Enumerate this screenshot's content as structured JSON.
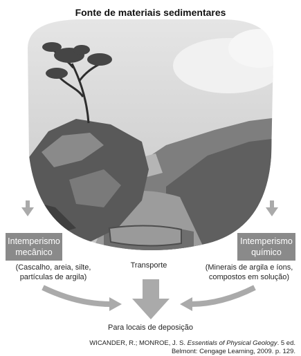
{
  "title": "Fonte de materiais sedimentares",
  "left_box": {
    "line1": "Intemperismo",
    "line2": "mecânico"
  },
  "right_box": {
    "line1": "Intemperismo",
    "line2": "químico"
  },
  "left_caption": {
    "line1": "(Cascalho, areia, silte,",
    "line2": "partículas de argila)"
  },
  "right_caption": {
    "line1": "(Minerais de argila e íons,",
    "line2": "compostos em solução)"
  },
  "center_label": "Transporte",
  "deposit_label": "Para locais de deposição",
  "citation": {
    "authors": "WICANDER, R.; MONROE, J. S.",
    "book": "Essentials of Physical Geology",
    "edition": ". 5 ed.",
    "line2": "Belmont: Cengage Learning, 2009. p. 129."
  },
  "colors": {
    "box_fill": "#8a8a8a",
    "arrow_fill": "#a9a9a9",
    "box_text": "#ffffff"
  }
}
